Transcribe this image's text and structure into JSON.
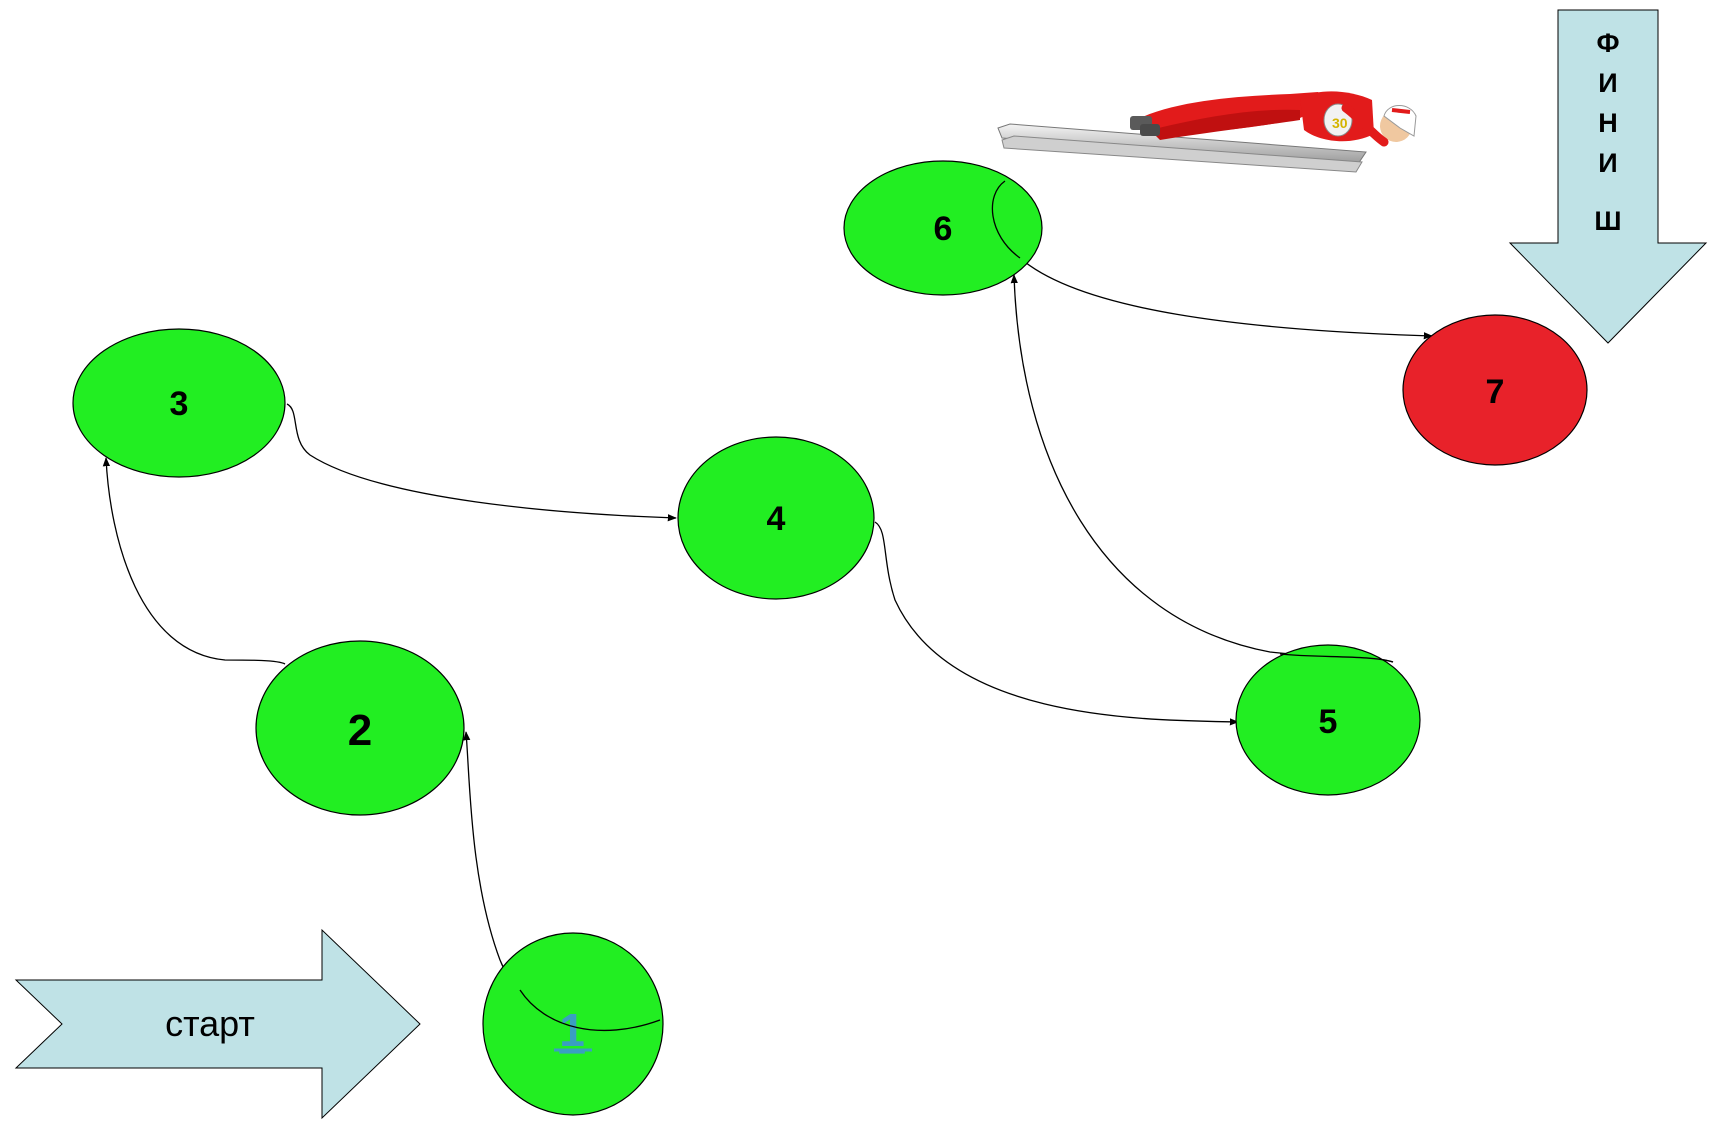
{
  "start_label": "старт",
  "finish_letters": [
    "Ф",
    "И",
    "Н",
    "И",
    "Ш"
  ],
  "colors": {
    "node_green": "#22ee22",
    "node_red": "#e8222a",
    "arrow_fill": "#bfe2e6",
    "stroke": "#000000",
    "link_color": "#3a9fc1"
  },
  "nodes": [
    {
      "id": "1",
      "label": "1",
      "color": "#22ee22",
      "is_link": true
    },
    {
      "id": "2",
      "label": "2",
      "color": "#22ee22"
    },
    {
      "id": "3",
      "label": "3",
      "color": "#22ee22"
    },
    {
      "id": "4",
      "label": "4",
      "color": "#22ee22"
    },
    {
      "id": "5",
      "label": "5",
      "color": "#22ee22"
    },
    {
      "id": "6",
      "label": "6",
      "color": "#22ee22"
    },
    {
      "id": "7",
      "label": "7",
      "color": "#e8222a"
    }
  ],
  "edges": [
    {
      "from": "1",
      "to": "2"
    },
    {
      "from": "2",
      "to": "3"
    },
    {
      "from": "3",
      "to": "4"
    },
    {
      "from": "4",
      "to": "5"
    },
    {
      "from": "5",
      "to": "6"
    },
    {
      "from": "6",
      "to": "7"
    }
  ],
  "icons": {
    "skier": "ski-jumper-icon"
  }
}
